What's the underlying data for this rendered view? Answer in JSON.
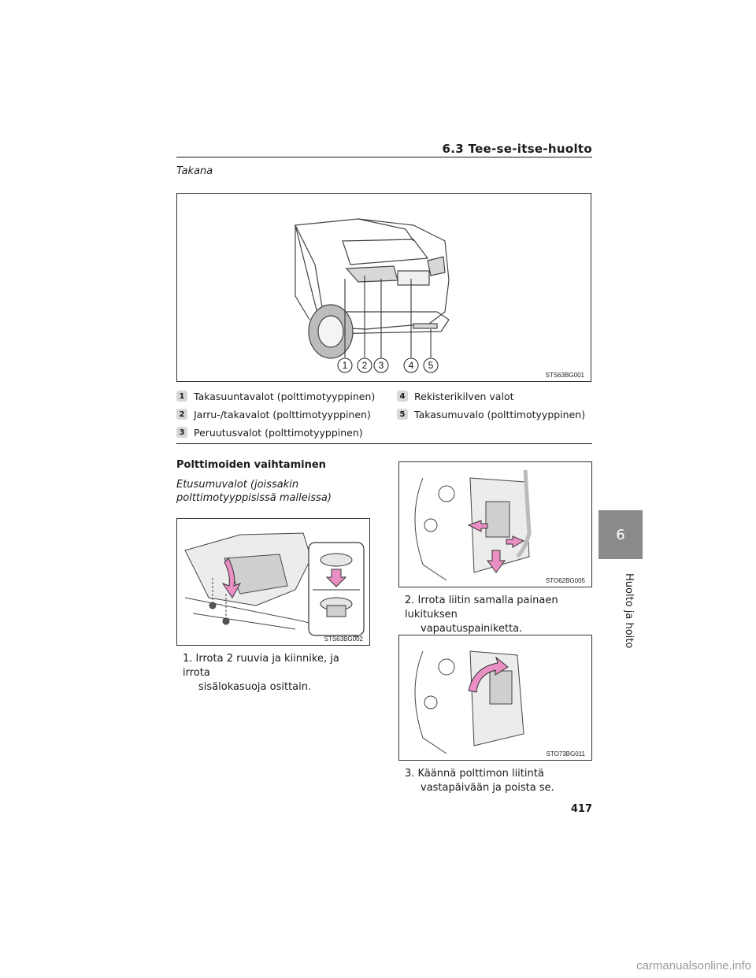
{
  "header": {
    "section": "6.3 Tee-se-itse-huolto"
  },
  "rear": {
    "subtitle": "Takana",
    "figure_code": "STS63BG001",
    "callouts": [
      "1",
      "2",
      "3",
      "4",
      "5"
    ],
    "legend": [
      {
        "num": "1",
        "text": "Takasuuntavalot (polttimotyyppinen)"
      },
      {
        "num": "2",
        "text": "Jarru-/takavalot (polttimotyyppinen)"
      },
      {
        "num": "3",
        "text": "Peruutusvalot (polttimotyyppinen)"
      },
      {
        "num": "4",
        "text": "Rekisterikilven valot"
      },
      {
        "num": "5",
        "text": "Takasumuvalo (polttimotyyppinen)"
      }
    ]
  },
  "bulb_replacement": {
    "heading": "Polttimoiden vaihtaminen",
    "subheading_line1": "Etusumuvalot (joissakin",
    "subheading_line2": "polttimotyyppisissä malleissa)",
    "figure1_code": "STS63BG002",
    "figure2_code": "STO62BG005",
    "figure3_code": "STO73BG011",
    "step1_line1": "1. Irrota 2 ruuvia ja kiinnike, ja irrota",
    "step1_line2": "sisälokasuoja osittain.",
    "step2_line1": "2. Irrota liitin samalla painaen lukituksen",
    "step2_line2": "vapautuspainiketta.",
    "step3_line1": "3. Käännä polttimon liitintä",
    "step3_line2": "vastapäivään ja poista se."
  },
  "side_tab": {
    "number": "6",
    "label": "Huolto ja hoito"
  },
  "page_number": "417",
  "watermark": "carmanualsonline.info",
  "colors": {
    "arrow_pink": "#e98fc4",
    "tab_gray": "#8a8a8a"
  }
}
